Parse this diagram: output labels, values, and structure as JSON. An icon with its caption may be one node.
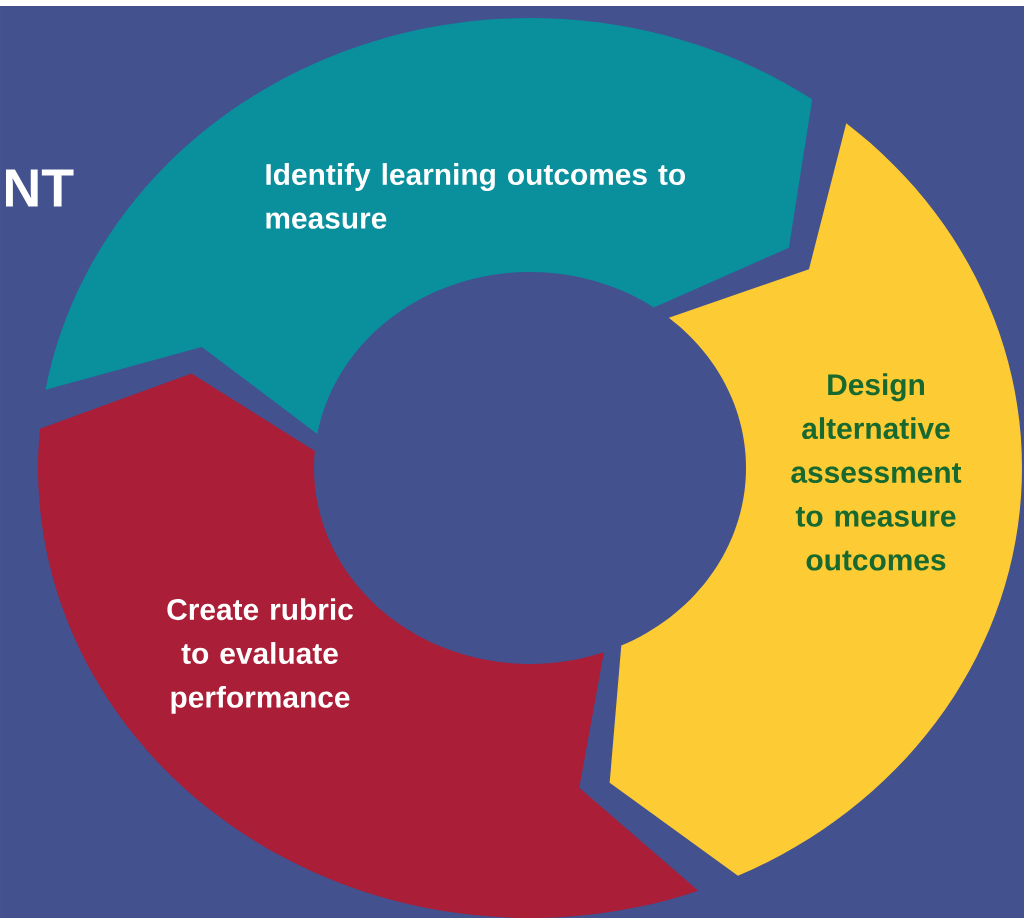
{
  "diagram": {
    "nodes": [
      {
        "text": [
          "Identify learning outcomes to measure"
        ]
      },
      {
        "text": [
          "Design alternative assessment to measure outcomes"
        ]
      },
      {
        "text": [
          "Create rubric to evaluate performance"
        ]
      }
    ],
    "labels": [
      "NT"
    ]
  }
}
